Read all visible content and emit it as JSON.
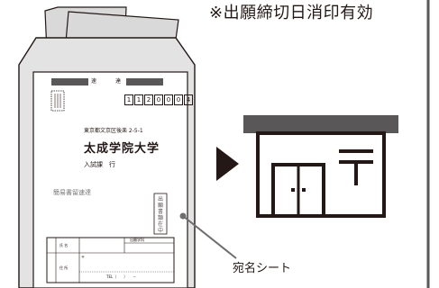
{
  "notice": "※出願締切日消印有効",
  "callout_label": "宛名シート",
  "envelope": {
    "express_marks": [
      "速",
      "達"
    ],
    "postal_code": [
      "1",
      "1",
      "2",
      "0",
      "0",
      "0",
      "4"
    ],
    "address": "東京都文京区後楽 2-5-1",
    "university": "太成学院大学",
    "department": "入試課　行",
    "registered": "簡易書留速達",
    "documents_enclosed": "出願書類在中",
    "form": {
      "name_label": "氏 名",
      "exam_number_label": "出願学科",
      "postal_mark": "〒",
      "address_label": "住 所",
      "tel_label": "TEL（　　）　　－"
    }
  },
  "colors": {
    "ink": "#231815",
    "gray_fill": "#d9d9d9",
    "dark_bar": "#595757",
    "accent_gray": "#6e6e6e"
  },
  "icons": {
    "arrow": "play-arrow-icon",
    "post_office": "post-office-icon",
    "postal_mark": "postal-mark-icon"
  }
}
